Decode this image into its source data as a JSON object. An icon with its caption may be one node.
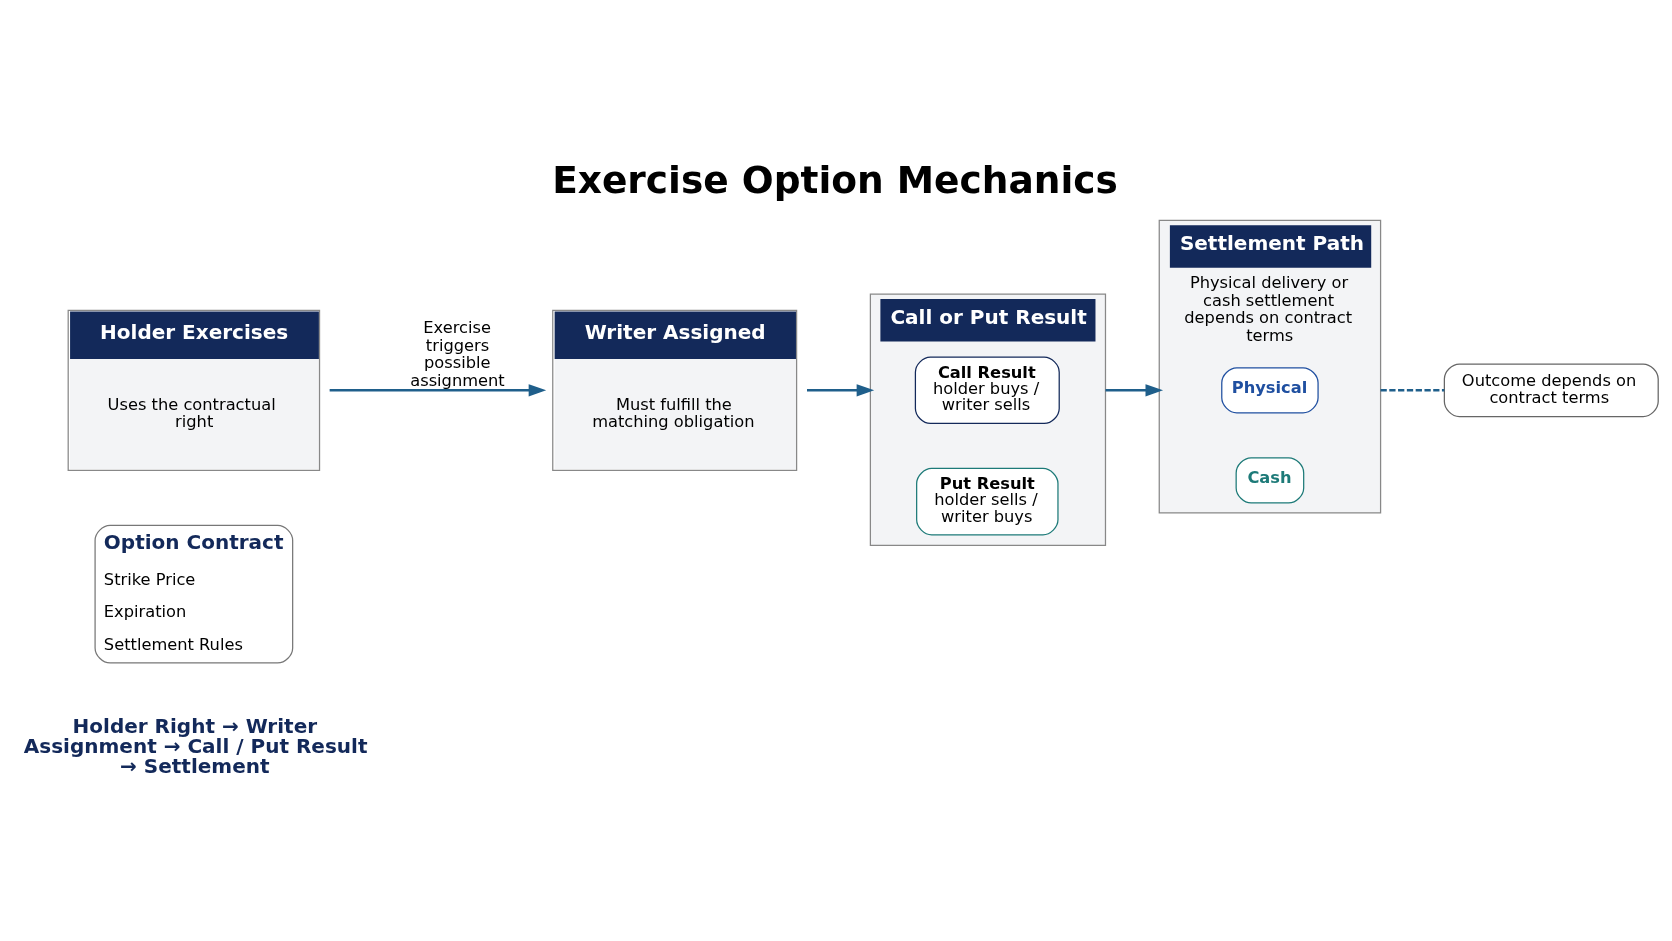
{
  "diagram": {
    "title": "Exercise Option Mechanics",
    "nodes": [
      {
        "text": [
          "Option Contract",
          "Strike Price",
          "Expiration",
          "Settlement Rules"
        ]
      },
      {
        "text": [
          "Holder Exercises",
          "Uses the contractual right"
        ]
      },
      {
        "text": [
          "Writer Assigned",
          "Must fulfill the matching obligation"
        ]
      },
      {
        "text": [
          "Call or Put Result"
        ]
      },
      {
        "text": [
          "Call Result",
          "holder buys / writer sells"
        ],
        "in": 3
      },
      {
        "text": [
          "Put Result",
          "holder sells / writer buys"
        ],
        "in": 3
      },
      {
        "text": [
          "Settlement Path",
          "Physical delivery or cash settlement depends on contract terms"
        ]
      },
      {
        "text": [
          "Physical"
        ],
        "in": 6
      },
      {
        "text": [
          "Cash"
        ],
        "in": 6
      },
      {
        "text": [
          "Outcome depends on contract terms"
        ]
      }
    ],
    "edges": [
      {
        "from": 1,
        "to": 2,
        "arrow": "to",
        "label": "Exercise triggers possible assignment"
      },
      {
        "from": 2,
        "to": 3,
        "arrow": "to"
      },
      {
        "from": 3,
        "to": 6,
        "arrow": "to"
      },
      {
        "from": 6,
        "to": 9,
        "arrow": "none",
        "style": "dashed"
      }
    ],
    "labels": [
      "Holder Right → Writer Assignment → Call / Put Result → Settlement"
    ]
  }
}
